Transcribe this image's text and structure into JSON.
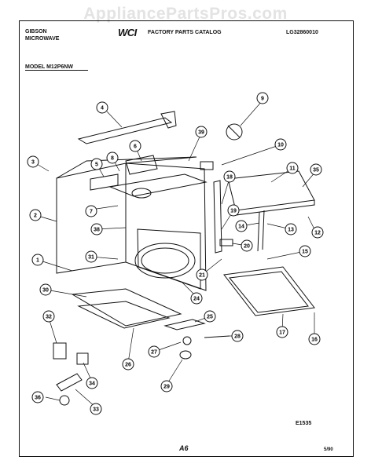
{
  "watermark": "AppliancePartsPros.com",
  "header": {
    "brand_line1": "GIBSON",
    "brand_line2": "MICROWAVE",
    "logo": "WCI",
    "title": "FACTORY PARTS CATALOG",
    "catalog_code": "LG32860010",
    "model": "MODEL M12P6NW"
  },
  "callouts": [
    "1",
    "2",
    "3",
    "4",
    "5",
    "6",
    "7",
    "8",
    "9",
    "10",
    "11",
    "12",
    "13",
    "14",
    "15",
    "16",
    "17",
    "18",
    "19",
    "20",
    "21",
    "24",
    "25",
    "26",
    "27",
    "28",
    "29",
    "30",
    "31",
    "32",
    "33",
    "34",
    "35",
    "36",
    "38",
    "39"
  ],
  "footer": {
    "figure_code": "E1535",
    "page_number": "A6",
    "date": "5/90"
  }
}
